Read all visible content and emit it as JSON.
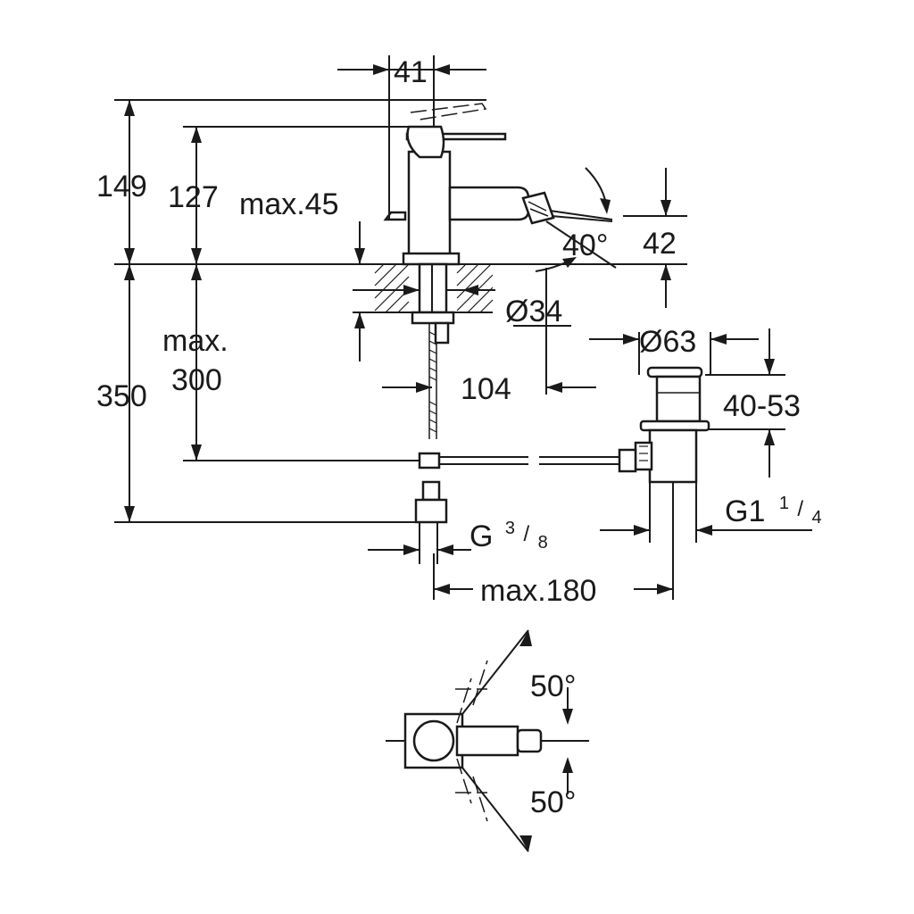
{
  "dimensions": {
    "d41": "41",
    "d149": "149",
    "d127": "127",
    "max45": "max.45",
    "angle40": "40°",
    "d42": "42",
    "dia34": "Ø34",
    "max300_line1": "max.",
    "max300_line2": "300",
    "d350": "350",
    "d104": "104",
    "dia63": "Ø63",
    "range4053": "40-53",
    "g38_main": "G",
    "g38_num": "3",
    "g38_den": "8",
    "g114_main": "G1",
    "g114_num": "1",
    "g114_den": "4",
    "max180": "max.180",
    "angle50_top": "50°",
    "angle50_bottom": "50°"
  },
  "colors": {
    "line": "#1a1a1a",
    "background": "#ffffff"
  }
}
